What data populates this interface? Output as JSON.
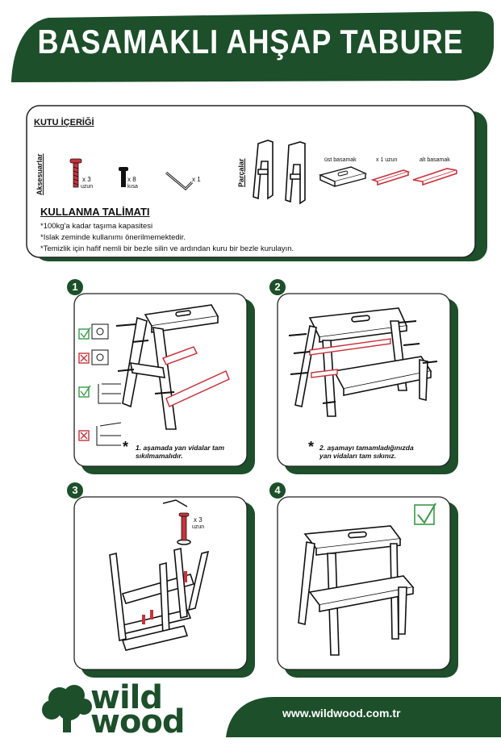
{
  "header": {
    "title": "BASAMAKLI AHŞAP TABURE"
  },
  "box_contents": {
    "title": "KUTU İÇERİĞİ",
    "accessories_label": "Aksesuarlar",
    "parts_label": "Parçalar",
    "accessories": [
      {
        "name": "long-screw",
        "qty": "x 3",
        "caption": "uzun"
      },
      {
        "name": "short-screw",
        "qty": "x 8",
        "caption": "kısa"
      },
      {
        "name": "allen-key",
        "qty": "x 1",
        "caption": ""
      }
    ],
    "parts": [
      {
        "name": "side-frame",
        "caption": ""
      },
      {
        "name": "upper-step",
        "caption": "üst basamak"
      },
      {
        "name": "long-rail",
        "caption": "x 1 uzun"
      },
      {
        "name": "lower-step",
        "caption": "alt basamak"
      }
    ]
  },
  "instructions": {
    "title": "KULLANMA TALİMATI",
    "items": [
      "*100kg'a kadar taşıma kapasitesi",
      "*Islak zeminde kullanımı önerilmemektedir.",
      "*Temizlik için hafif nemli bir bezle silin ve ardından kuru bir bezle kurulayın."
    ]
  },
  "steps": [
    {
      "number": "1",
      "note_line1": "1. aşamada yan vidalar tam",
      "note_line2": "sıkılmamalıdır."
    },
    {
      "number": "2",
      "note_line1": "2. aşamayı tamamladığınızda",
      "note_line2": "yan vidaları tam sıkınız."
    },
    {
      "number": "3",
      "qty": "x 3",
      "qty_caption": "uzun"
    },
    {
      "number": "4"
    }
  ],
  "footer": {
    "logo_line1": "wild",
    "logo_line2": "wood",
    "url": "www.wildwood.com.tr"
  },
  "colors": {
    "brand_green": "#1c4f2a",
    "screw_red": "#c8323c",
    "check_green": "#3a9a4a",
    "cross_red": "#c8323c"
  }
}
